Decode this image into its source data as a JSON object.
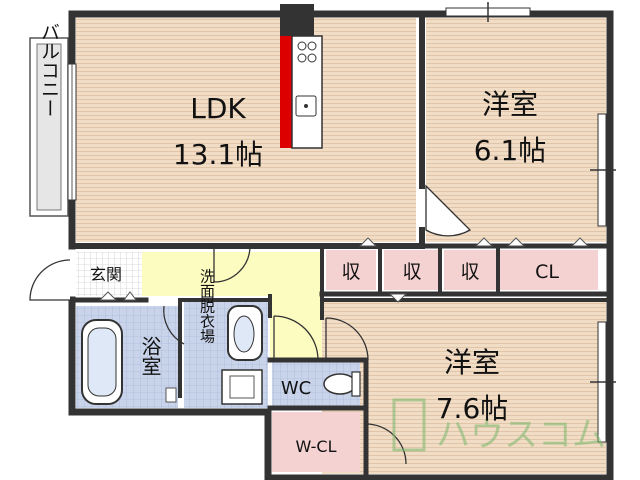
{
  "rooms": {
    "ldk": {
      "name": "LDK",
      "size": "13.1帖"
    },
    "western1": {
      "name": "洋室",
      "size": "6.1帖"
    },
    "western2": {
      "name": "洋室",
      "size": "7.6帖"
    },
    "balcony": "バルコニー",
    "entrance": "玄関",
    "bath": "浴室",
    "washroom": "洗面脱衣場",
    "wc": "WC",
    "wcl": "W-CL",
    "storage1": "収",
    "storage2": "収",
    "storage3": "収",
    "closet": "CL"
  },
  "watermark": "ハウスコム",
  "colors": {
    "wall": "#333333",
    "wood": "#f1dcc6",
    "storage": "#f4d2d2",
    "tile": "#c9d4ea",
    "hall": "#fcfcc0",
    "counter": "#dd0000",
    "watermark": "#7ab86a"
  }
}
